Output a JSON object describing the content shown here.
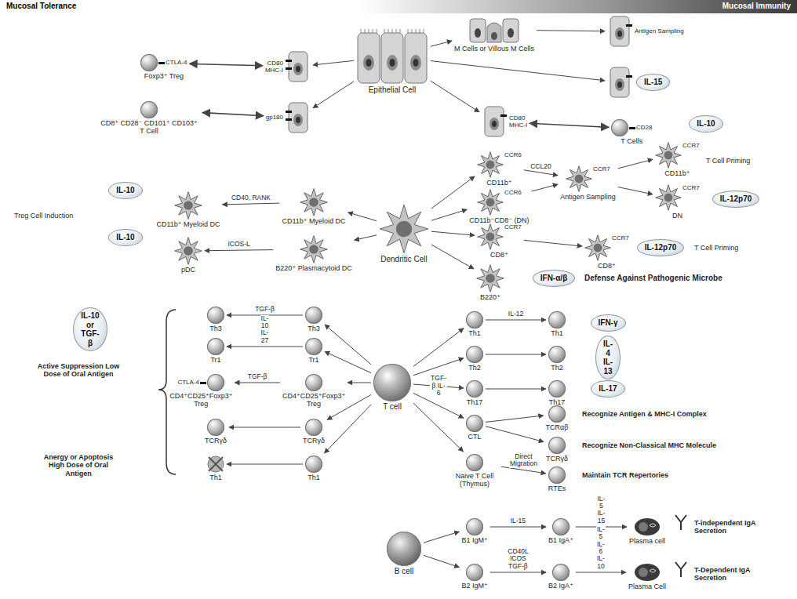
{
  "diagram": {
    "nodes": [
      {
        "text": [
          "CTLA-4",
          "Foxp3⁺ Treg"
        ]
      },
      {
        "text": [
          "CD80",
          "MHC-I"
        ]
      },
      {
        "text": [
          "CD8⁺ CD28⁻ CD101⁺ CD103⁺ T Cell"
        ]
      },
      {
        "text": [
          "gp180"
        ]
      },
      {
        "text": [
          "Epithelial Cell"
        ]
      },
      {
        "text": [
          "M Cells or Villous M Cells"
        ]
      },
      {
        "text": [
          "Antigen Sampling"
        ]
      },
      {
        "text": [
          "IL-15"
        ]
      },
      {
        "text": [
          "CD80",
          "MHC-I"
        ]
      },
      {
        "text": [
          "CD28",
          "T Cells"
        ]
      },
      {
        "text": [
          "IL-10"
        ]
      },
      {
        "text": [
          "CD11b⁺ Myeloid DC"
        ]
      },
      {
        "text": [
          "CD11b⁺ Myeloid DC"
        ]
      },
      {
        "text": [
          "Dendritic Cell"
        ]
      },
      {
        "text": [
          "IL-10"
        ]
      },
      {
        "text": [
          "pDC"
        ]
      },
      {
        "text": [
          "B220⁺ Plasmacytoid DC"
        ]
      },
      {
        "text": [
          "CCR6",
          "CD11b⁺"
        ]
      },
      {
        "text": [
          "CCR6",
          "CD11b⁻CD8⁻ (DN)"
        ]
      },
      {
        "text": [
          "CCR7",
          "Antigen Sampling"
        ]
      },
      {
        "text": [
          "CCR7",
          "CD11b⁺"
        ]
      },
      {
        "text": [
          "IL-10"
        ]
      },
      {
        "text": [
          "CCR7",
          "DN"
        ]
      },
      {
        "text": [
          "IL-12p70"
        ]
      },
      {
        "text": [
          "CCR7",
          "CD8⁺"
        ]
      },
      {
        "text": [
          "CCR7",
          "CD8⁺"
        ]
      },
      {
        "text": [
          "IL-12p70"
        ]
      },
      {
        "text": [
          "B220⁺"
        ]
      },
      {
        "text": [
          "IFN-α/β"
        ]
      },
      {
        "text": [
          "IL-10 or TGF-β"
        ]
      },
      {
        "text": [
          "Th3"
        ]
      },
      {
        "text": [
          "Th3"
        ]
      },
      {
        "text": [
          "Tr1"
        ]
      },
      {
        "text": [
          "Tr1"
        ]
      },
      {
        "text": [
          "CTLA-4",
          "CD4⁺CD25⁺Foxp3⁺ Treg"
        ]
      },
      {
        "text": [
          "CD4⁺CD25⁺Foxp3⁺ Treg"
        ]
      },
      {
        "text": [
          "TCRγδ"
        ]
      },
      {
        "text": [
          "TCRγδ"
        ]
      },
      {
        "text": [
          "Th1"
        ]
      },
      {
        "text": [
          "Th1"
        ]
      },
      {
        "text": [
          "T cell"
        ]
      },
      {
        "text": [
          "Th1"
        ]
      },
      {
        "text": [
          "Th1"
        ]
      },
      {
        "text": [
          "IFN-γ"
        ]
      },
      {
        "text": [
          "Th2"
        ]
      },
      {
        "text": [
          "Th2"
        ]
      },
      {
        "text": [
          "IL-4 IL-13"
        ]
      },
      {
        "text": [
          "Th17"
        ]
      },
      {
        "text": [
          "Th17"
        ]
      },
      {
        "text": [
          "IL-17"
        ]
      },
      {
        "text": [
          "CTL"
        ]
      },
      {
        "text": [
          "TCRαβ"
        ]
      },
      {
        "text": [
          "TCRγδ"
        ]
      },
      {
        "text": [
          "Naive T Cell (Thymus)"
        ]
      },
      {
        "text": [
          "RTEs"
        ]
      },
      {
        "text": [
          "B cell"
        ]
      },
      {
        "text": [
          "B1 IgM⁺"
        ]
      },
      {
        "text": [
          "B1 IgA⁺"
        ]
      },
      {
        "text": [
          "Plasma cell"
        ]
      },
      {
        "text": [
          "B2 IgM⁺"
        ]
      },
      {
        "text": [
          "B2 IgA⁺"
        ]
      },
      {
        "text": [
          "Plasma Cell"
        ]
      }
    ],
    "edges": [
      {
        "from": 0,
        "to": 1,
        "arrow": "both"
      },
      {
        "from": 2,
        "to": 3,
        "arrow": "both"
      },
      {
        "from": 4,
        "to": 1,
        "arrow": "to"
      },
      {
        "from": 4,
        "to": 3,
        "arrow": "to"
      },
      {
        "from": 4,
        "to": 5,
        "arrow": "to"
      },
      {
        "from": 5,
        "to": 6,
        "arrow": "to"
      },
      {
        "from": 4,
        "to": 7,
        "arrow": "to"
      },
      {
        "from": 4,
        "to": 8,
        "arrow": "to"
      },
      {
        "from": 8,
        "to": 9,
        "arrow": "both"
      },
      {
        "from": 12,
        "to": 11,
        "arrow": "to",
        "label": "CD40, RANK"
      },
      {
        "from": 16,
        "to": 15,
        "arrow": "to",
        "label": "ICOS-L"
      },
      {
        "from": 13,
        "to": 12,
        "arrow": "to"
      },
      {
        "from": 13,
        "to": 16,
        "arrow": "to"
      },
      {
        "from": 13,
        "to": 17,
        "arrow": "to"
      },
      {
        "from": 13,
        "to": 18,
        "arrow": "to"
      },
      {
        "from": 13,
        "to": 24,
        "arrow": "to"
      },
      {
        "from": 13,
        "to": 27,
        "arrow": "to"
      },
      {
        "from": 17,
        "to": 19,
        "arrow": "to",
        "label": "CCL20"
      },
      {
        "from": 18,
        "to": 19,
        "arrow": "to"
      },
      {
        "from": 19,
        "to": 20,
        "arrow": "to"
      },
      {
        "from": 19,
        "to": 22,
        "arrow": "to"
      },
      {
        "from": 24,
        "to": 25,
        "arrow": "to"
      },
      {
        "from": 31,
        "to": 30,
        "arrow": "to",
        "label": "TGF-β"
      },
      {
        "from": 33,
        "to": 32,
        "arrow": "to",
        "label": "IL-10 IL-27"
      },
      {
        "from": 35,
        "to": 34,
        "arrow": "to",
        "label": "TGF-β"
      },
      {
        "from": 37,
        "to": 36,
        "arrow": "to"
      },
      {
        "from": 39,
        "to": 38,
        "arrow": "to"
      },
      {
        "from": 40,
        "to": 31,
        "arrow": "to"
      },
      {
        "from": 40,
        "to": 33,
        "arrow": "to"
      },
      {
        "from": 40,
        "to": 35,
        "arrow": "to"
      },
      {
        "from": 40,
        "to": 37,
        "arrow": "to"
      },
      {
        "from": 40,
        "to": 39,
        "arrow": "to"
      },
      {
        "from": 40,
        "to": 41,
        "arrow": "to"
      },
      {
        "from": 40,
        "to": 44,
        "arrow": "to"
      },
      {
        "from": 40,
        "to": 47,
        "arrow": "to",
        "label": "TGF-β IL-6"
      },
      {
        "from": 40,
        "to": 50,
        "arrow": "to"
      },
      {
        "from": 40,
        "to": 53,
        "arrow": "to"
      },
      {
        "from": 41,
        "to": 42,
        "arrow": "to",
        "label": "IL-12"
      },
      {
        "from": 44,
        "to": 45,
        "arrow": "to"
      },
      {
        "from": 47,
        "to": 48,
        "arrow": "to"
      },
      {
        "from": 50,
        "to": 51,
        "arrow": "to"
      },
      {
        "from": 50,
        "to": 52,
        "arrow": "to"
      },
      {
        "from": 53,
        "to": 54,
        "arrow": "to",
        "label": "Direct Migration"
      },
      {
        "from": 55,
        "to": 56,
        "arrow": "to"
      },
      {
        "from": 55,
        "to": 59,
        "arrow": "to"
      },
      {
        "from": 56,
        "to": 57,
        "arrow": "to",
        "label": "IL-15"
      },
      {
        "from": 57,
        "to": 58,
        "arrow": "to",
        "label": "IL-5 IL-15"
      },
      {
        "from": 59,
        "to": 60,
        "arrow": "to",
        "label": "CD40L ICOS TGF-β"
      },
      {
        "from": 60,
        "to": 61,
        "arrow": "to",
        "label": "IL-5 IL-6 IL-10"
      }
    ],
    "labels": [
      "Mucosal Tolerance",
      "Mucosal Immunity",
      "Treg Cell Induction",
      "T Cell Priming",
      "T Cell Priming",
      "Defense Against Pathogenic Microbe",
      "Active Suppression Low Dose of Oral Antigen",
      "Anergy or Apoptosis High Dose of Oral Antigen",
      "Recognize Antigen & MHC-I Complex",
      "Recognize Non-Classical MHC Molecule",
      "Maintain TCR Repertories",
      "T-independent IgA Secretion",
      "T-Dependent IgA Secretion"
    ]
  }
}
